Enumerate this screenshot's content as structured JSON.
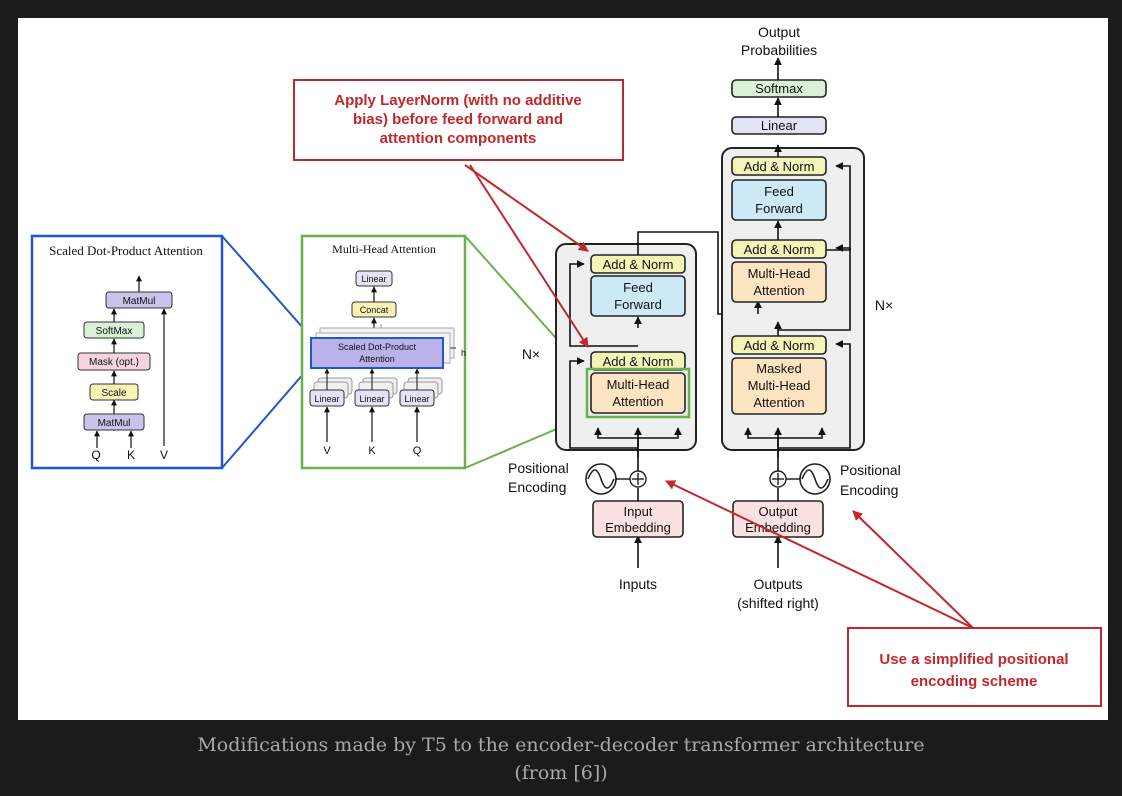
{
  "colors": {
    "red": "#c0282d",
    "blue": "#2357c8",
    "green": "#6ab04c",
    "add_norm": "#f4f3b8",
    "feed_forward": "#cde8f6",
    "attention": "#fde4c3",
    "embedding": "#fbe1e2",
    "linear": "#e2e3f5",
    "softmax": "#daf0d7",
    "matmul": "#cbc3ec",
    "mask": "#f6d5de",
    "scale": "#fbf3b6",
    "block": "#efefef"
  },
  "callouts": {
    "layernorm": [
      "Apply LayerNorm (with no additive",
      "bias) before feed forward and",
      "attention components"
    ],
    "positional": [
      "Use a simplified positional",
      "encoding scheme"
    ]
  },
  "sdpa_panel": {
    "title": "Scaled Dot-Product Attention",
    "matmul_top": "MatMul",
    "softmax": "SoftMax",
    "mask": "Mask (opt.)",
    "scale": "Scale",
    "matmul_bottom": "MatMul",
    "inputs": [
      "Q",
      "K",
      "V"
    ]
  },
  "mha_panel": {
    "title": "Multi-Head Attention",
    "linear_top": "Linear",
    "concat": "Concat",
    "sdpa_lines": [
      "Scaled Dot-Product",
      "Attention"
    ],
    "heads": "h",
    "linear_inputs": [
      "Linear",
      "Linear",
      "Linear"
    ],
    "inputs": [
      "V",
      "K",
      "Q"
    ]
  },
  "encoder": {
    "add_norm_top": "Add & Norm",
    "feed_forward": [
      "Feed",
      "Forward"
    ],
    "add_norm_bottom": "Add & Norm",
    "attention": [
      "Multi-Head",
      "Attention"
    ],
    "repeat": "N×",
    "positional_encoding": [
      "Positional",
      "Encoding"
    ],
    "embedding": [
      "Input",
      "Embedding"
    ],
    "inputs_label": "Inputs"
  },
  "decoder": {
    "output_label": [
      "Output",
      "Probabilities"
    ],
    "softmax": "Softmax",
    "linear": "Linear",
    "add_norm_top": "Add & Norm",
    "feed_forward": [
      "Feed",
      "Forward"
    ],
    "add_norm_mid": "Add & Norm",
    "cross_attention": [
      "Multi-Head",
      "Attention"
    ],
    "add_norm_bottom": "Add & Norm",
    "masked_attention": [
      "Masked",
      "Multi-Head",
      "Attention"
    ],
    "repeat": "N×",
    "positional_encoding": [
      "Positional",
      "Encoding"
    ],
    "embedding": [
      "Output",
      "Embedding"
    ],
    "outputs_label": [
      "Outputs",
      "(shifted right)"
    ]
  },
  "caption": [
    "Modifications made by T5 to the encoder-decoder transformer architecture",
    "(from [6])"
  ]
}
